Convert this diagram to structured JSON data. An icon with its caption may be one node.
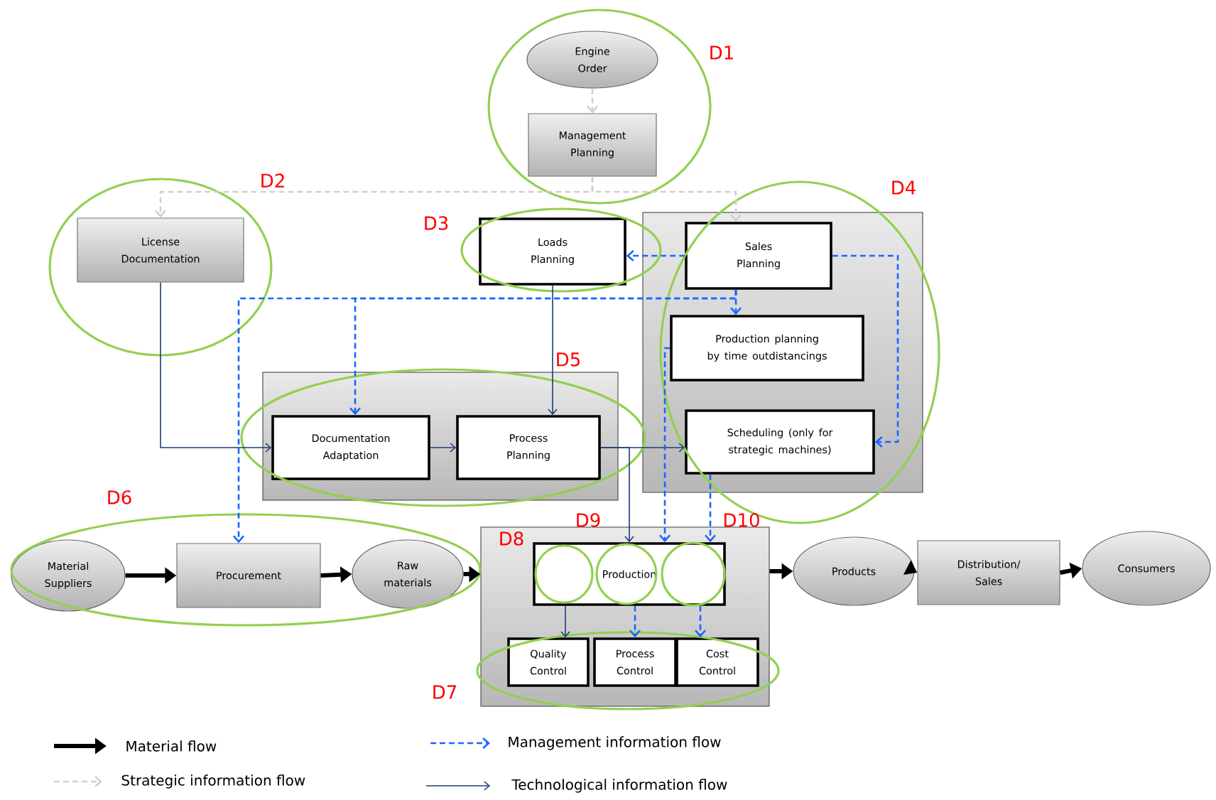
{
  "diagram": {
    "nodes": [
      {
        "text": [
          "Engine Order"
        ]
      },
      {
        "text": [
          "Management Planning"
        ]
      },
      {
        "text": [
          "License Documentation"
        ]
      },
      {
        "text": [
          "Loads Planning"
        ]
      },
      {
        "text": [],
        "shape": "box"
      },
      {
        "text": [
          "Sales Planning"
        ],
        "in": 4
      },
      {
        "text": [
          "Production planning by time outdistancings"
        ],
        "in": 4
      },
      {
        "text": [],
        "shape": "box"
      },
      {
        "text": [
          "Documentation Adaptation"
        ],
        "in": 7
      },
      {
        "text": [
          "Process Planning"
        ],
        "in": 7
      },
      {
        "text": [
          "Scheduling (only for strategic machines)"
        ],
        "in": 4
      },
      {
        "text": [
          "Material Suppliers"
        ]
      },
      {
        "text": [
          "Procurement"
        ]
      },
      {
        "text": [
          "Raw materials"
        ]
      },
      {
        "text": [],
        "shape": "box"
      },
      {
        "text": [
          "Production"
        ],
        "in": 14
      },
      {
        "text": [
          "Quality Control"
        ],
        "in": 14
      },
      {
        "text": [
          "Process Control"
        ],
        "in": 14
      },
      {
        "text": [
          "Cost Control"
        ],
        "in": 14
      },
      {
        "text": [
          "Products"
        ]
      },
      {
        "text": [
          "Distribution/ Sales"
        ]
      },
      {
        "text": [
          "Consumers"
        ]
      }
    ],
    "edges": [
      {
        "from": 0,
        "to": 1,
        "arrow": "to",
        "style": "dashed",
        "color": "#d0d0d0"
      },
      {
        "from": 1,
        "to": 2,
        "arrow": "to",
        "style": "dashed",
        "color": "#d0d0d0"
      },
      {
        "from": 1,
        "to": 5,
        "arrow": "to",
        "style": "dashed",
        "color": "#d0d0d0"
      },
      {
        "from": 11,
        "to": 12,
        "arrow": "to",
        "style": "thick",
        "color": "#000000"
      },
      {
        "from": 12,
        "to": 13,
        "arrow": "to",
        "style": "thick",
        "color": "#000000"
      },
      {
        "from": 13,
        "to": 14,
        "arrow": "to",
        "style": "thick",
        "color": "#000000"
      },
      {
        "from": 14,
        "to": 19,
        "arrow": "to",
        "style": "thick",
        "color": "#000000"
      },
      {
        "from": 19,
        "to": 20,
        "arrow": "to",
        "style": "thick",
        "color": "#000000"
      },
      {
        "from": 20,
        "to": 21,
        "arrow": "to",
        "style": "thick",
        "color": "#000000"
      },
      {
        "from": 2,
        "to": 8,
        "arrow": "to",
        "color": "#1f3a7a"
      },
      {
        "from": 3,
        "to": 9,
        "arrow": "to",
        "color": "#1f3a7a"
      },
      {
        "from": 8,
        "to": 9,
        "arrow": "to",
        "color": "#1f3a7a"
      },
      {
        "from": 9,
        "to": 10,
        "arrow": "to",
        "color": "#1f3a7a"
      },
      {
        "from": 9,
        "to": 15,
        "arrow": "to",
        "color": "#1f3a7a"
      },
      {
        "from": 15,
        "to": 16,
        "arrow": "to",
        "color": "#1f3a7a"
      },
      {
        "from": 5,
        "to": 3,
        "arrow": "to",
        "style": "dashed"
      },
      {
        "from": 5,
        "to": 10,
        "arrow": "to",
        "style": "dashed"
      },
      {
        "from": 5,
        "to": 6,
        "arrow": "to",
        "style": "dashed"
      },
      {
        "from": 5,
        "to": 8,
        "arrow": "to",
        "style": "dashed"
      },
      {
        "from": 5,
        "to": 12,
        "arrow": "to",
        "style": "dashed"
      },
      {
        "from": 6,
        "to": 15,
        "arrow": "to",
        "style": "dashed"
      },
      {
        "from": 10,
        "to": 15,
        "arrow": "to",
        "style": "dashed"
      },
      {
        "from": 15,
        "to": 17,
        "arrow": "to",
        "style": "dashed"
      },
      {
        "from": 15,
        "to": 18,
        "arrow": "to",
        "style": "dashed"
      }
    ],
    "labels": [
      "D1",
      "D2",
      "D3",
      "D4",
      "D5",
      "D6",
      "D9",
      "D10",
      "D8",
      "D7"
    ],
    "legend": [
      {
        "text": "Material flow"
      },
      {
        "text": "Management information flow"
      },
      {
        "text": "Strategic information flow"
      },
      {
        "text": "Technological information flow"
      }
    ]
  }
}
